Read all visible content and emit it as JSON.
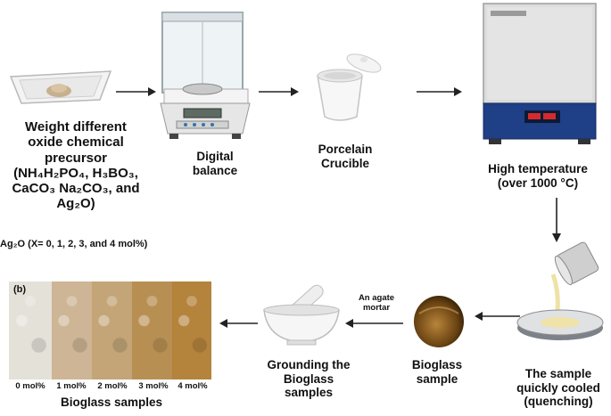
{
  "steps": {
    "precursor": {
      "line1": "Weight different",
      "line2": "oxide chemical",
      "line3": "precursor",
      "formula1": "(NH₄H₂PO₄, H₃BO₃,",
      "formula2": "CaCO₃  Na₂CO₃, and",
      "formula3": "Ag₂O)",
      "composition": "Ag₂O (X= 0, 1, 2, 3, and 4 mol%)"
    },
    "balance": {
      "line1": "Digital",
      "line2": "balance"
    },
    "crucible": {
      "line1": "Porcelain",
      "line2": "Crucible"
    },
    "furnace": {
      "line1": "High temperature",
      "line2": "(over 1000 °C)"
    },
    "quench": {
      "line1": "The sample",
      "line2": "quickly cooled",
      "line3": "(quenching)"
    },
    "bioglass": {
      "line1": "Bioglass",
      "line2": "sample"
    },
    "mortar": {
      "note1": "An agate",
      "note2": "mortar",
      "line1": "Grounding the",
      "line2": "Bioglass",
      "line3": "samples"
    },
    "samples": {
      "panel_tag": "(b)",
      "labels": [
        "0 mol%",
        "1 mol%",
        "2 mol%",
        "3 mol%",
        "4 mol%"
      ],
      "colors": [
        "#e4e1d9",
        "#cdb595",
        "#c3a577",
        "#b88f53",
        "#b4833c"
      ],
      "caption": "Bioglass samples"
    }
  },
  "colors": {
    "arrow": "#222222",
    "furnace_blue": "#1f3f86",
    "furnace_body": "#dcdcdc"
  }
}
